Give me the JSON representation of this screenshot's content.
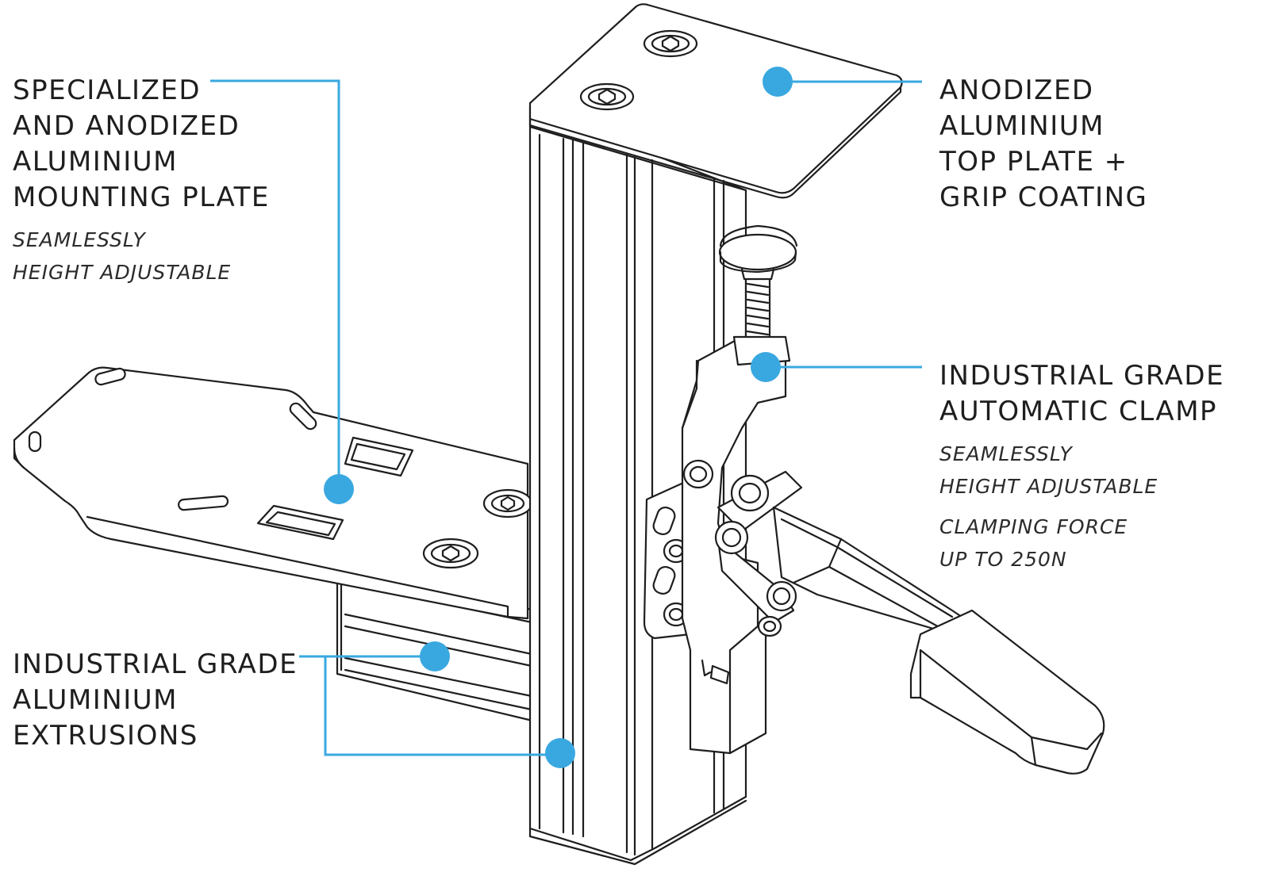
{
  "accent_color": "#3aa8e0",
  "callouts": {
    "mounting_plate": {
      "title_lines": [
        "SPECIALIZED",
        "AND ANODIZED",
        "ALUMINIUM",
        "MOUNTING PLATE"
      ],
      "sub_lines": [
        "SEAMLESSLY",
        "HEIGHT ADJUSTABLE"
      ]
    },
    "top_plate": {
      "title_lines": [
        "ANODIZED",
        "ALUMINIUM",
        "TOP PLATE +",
        "GRIP COATING"
      ]
    },
    "clamp": {
      "title_lines": [
        "INDUSTRIAL GRADE",
        "AUTOMATIC CLAMP"
      ],
      "sub_lines": [
        "SEAMLESSLY",
        "HEIGHT ADJUSTABLE"
      ],
      "sub2_lines": [
        "CLAMPING FORCE",
        "UP TO 250N"
      ]
    },
    "extrusions": {
      "title_lines": [
        "INDUSTRIAL GRADE",
        "ALUMINIUM",
        "EXTRUSIONS"
      ]
    }
  }
}
